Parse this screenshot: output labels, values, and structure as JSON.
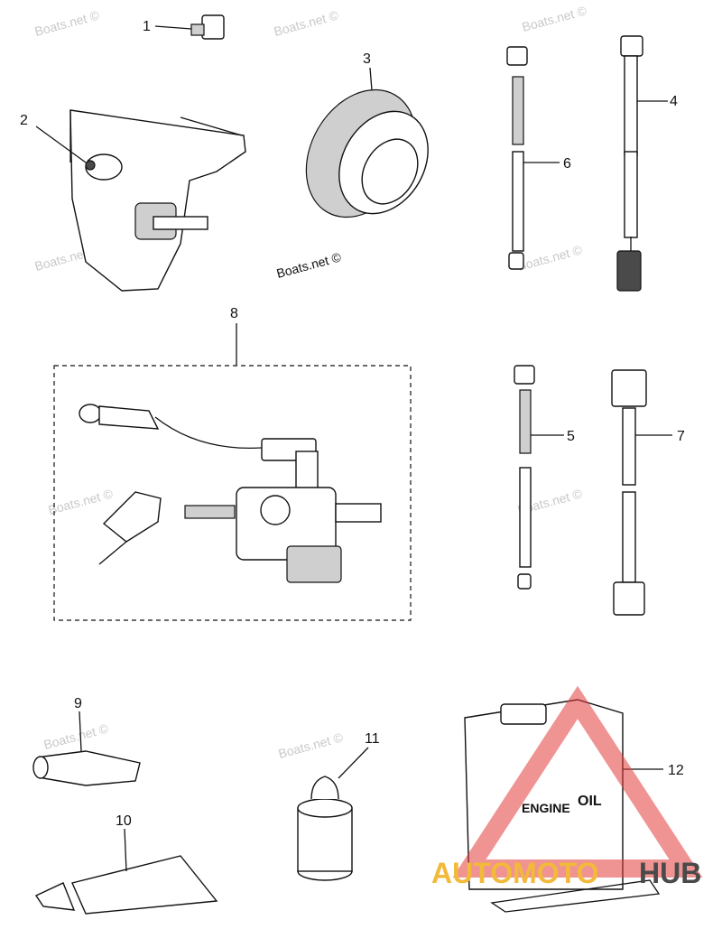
{
  "callouts": [
    {
      "id": "c1",
      "label": "1"
    },
    {
      "id": "c2",
      "label": "2"
    },
    {
      "id": "c3",
      "label": "3"
    },
    {
      "id": "c4",
      "label": "4"
    },
    {
      "id": "c5",
      "label": "5"
    },
    {
      "id": "c6",
      "label": "6"
    },
    {
      "id": "c7",
      "label": "7"
    },
    {
      "id": "c8",
      "label": "8"
    },
    {
      "id": "c9",
      "label": "9"
    },
    {
      "id": "c10",
      "label": "10"
    },
    {
      "id": "c11",
      "label": "11"
    },
    {
      "id": "c12",
      "label": "12"
    }
  ],
  "watermark": {
    "text": "Boats.net ©"
  },
  "oil_can": {
    "label_engine": "ENGINE",
    "label_oil": "OIL"
  },
  "logo": {
    "part_a": "AUTOMOTO",
    "part_b": "HUB",
    "accent_color": "#f2b93b",
    "triangle_color": "#e33b3b"
  }
}
